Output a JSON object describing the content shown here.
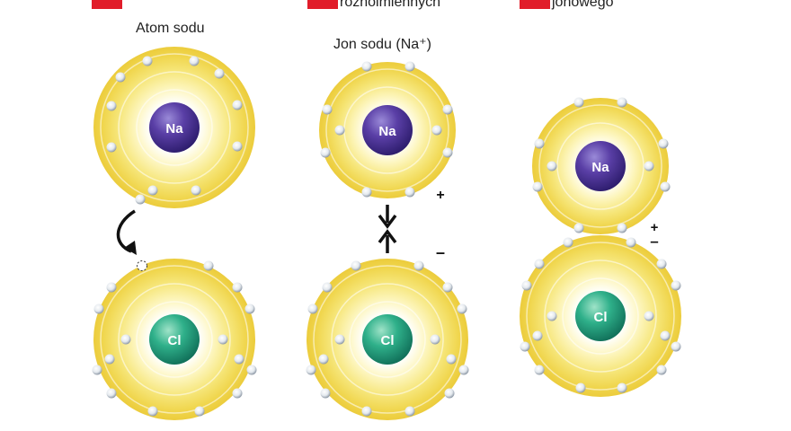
{
  "header": {
    "items": [
      {
        "text": "",
        "marker_color": "#e11d2a"
      },
      {
        "text": "różnoimiennych",
        "marker_color": "#e11d2a"
      },
      {
        "text": "jonowego",
        "marker_color": "#e11d2a"
      }
    ]
  },
  "labels": {
    "atom": "Atom sodu",
    "ion": "Jon sodu (Na⁺)"
  },
  "symbols": {
    "na": "Na",
    "cl": "Cl",
    "plus": "+",
    "minus": "–"
  },
  "colors": {
    "na_core": "#5a3fa6",
    "cl_core": "#2fb08a",
    "shell": "#f3e26a",
    "accent": "#e11d2a"
  }
}
